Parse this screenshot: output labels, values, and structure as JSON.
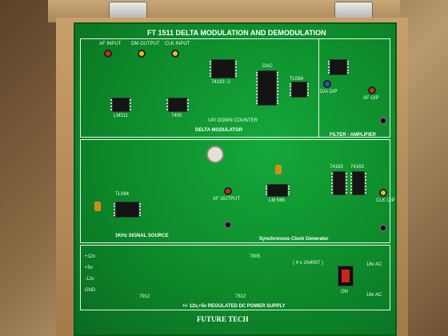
{
  "board": {
    "title": "FT 1511   DELTA MODULATION AND DEMODULATION",
    "brand": "FUTURE TECH",
    "power_title": "+/- 12v,+5v REGULATED DC POWER SUPPLY",
    "sections": {
      "modulator": "DELTA MODULATOR",
      "filter": "FILTER - AMPLIFIER",
      "signal_source": "1KHz SIGNAL SOURCE",
      "clock": "Synchronous Clock Generator"
    },
    "labels": {
      "af_input": "AF INPUT",
      "dm_output": "DM OUTPUT",
      "clk_input": "CLK INPUT",
      "counter": "UP/ DOWN COUNTER",
      "dac": "DAC",
      "da_op": "D/A O/P",
      "af_op": "AF O/P",
      "af_output": "AF OUTPUT",
      "clk_op": "CLK O/P",
      "ic_lm311": "LM311",
      "ic_7400": "7400",
      "ic_74193": "74193 -2",
      "ic_tl084_a": "TL084",
      "ic_tl084_b": "TL084",
      "ic_lm566": "LM 566",
      "ic_74163_a": "74163",
      "ic_74163_b": "74163",
      "ic_7912": "7912",
      "ic_7812": "7812",
      "ic_7805": "7805",
      "diodes": "( 4 x 1N4007 )",
      "on": "ON",
      "v12": "+12v",
      "vm12": "-12v",
      "v5": "+5v",
      "gnd": "GND",
      "ac18_a": "18v AC",
      "ac18_b": "18v AC"
    }
  }
}
